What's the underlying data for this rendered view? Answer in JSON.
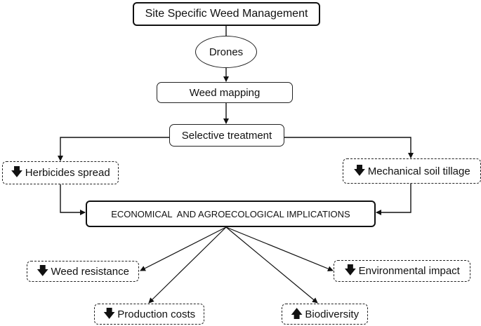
{
  "nodes": {
    "title": "Site Specific Weed Management",
    "drones": "Drones",
    "weed_mapping": "Weed mapping",
    "selective_treatment": "Selective treatment",
    "herbicides_spread": "Herbicides spread",
    "mechanical_tillage": "Mechanical soil tillage",
    "implications": "ECONOMICAL  AND AGROECOLOGICAL IMPLICATIONS",
    "weed_resistance": "Weed resistance",
    "environmental_impact": "Environmental impact",
    "production_costs": "Production costs",
    "biodiversity": "Biodiversity"
  },
  "indicators": {
    "decrease": "down-arrow-icon",
    "increase": "up-arrow-icon"
  },
  "colors": {
    "stroke": "#111111",
    "background": "#ffffff"
  }
}
